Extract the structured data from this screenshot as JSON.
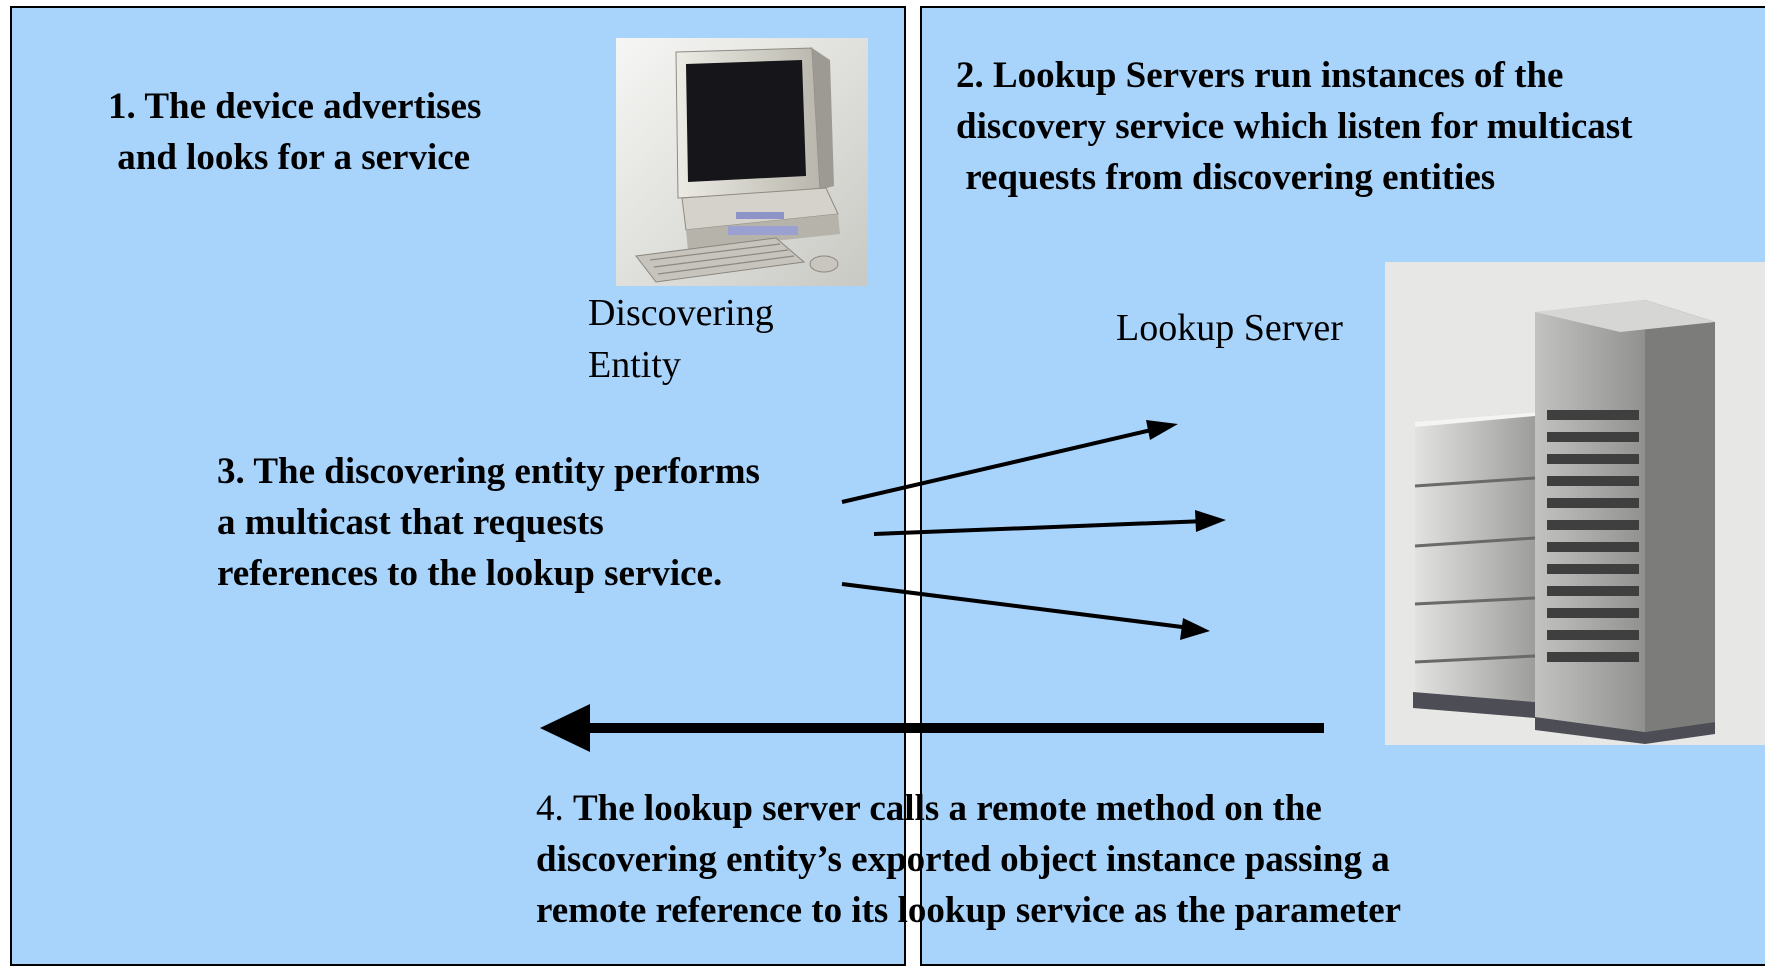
{
  "steps": {
    "step1": "1. The device advertises\n and looks for a service",
    "step2": "2. Lookup Servers run instances of the\ndiscovery service which listen for multicast\n requests from discovering entities",
    "step3": "3. The discovering entity performs\na multicast that requests\nreferences to the lookup service.",
    "step4_number": "4. ",
    "step4_text": "The lookup server calls a remote method on the\ndiscovering entity’s exported object instance passing a\nremote reference to its lookup service as the parameter"
  },
  "labels": {
    "discovering_entity": "Discovering\nEntity",
    "lookup_server": "Lookup Server"
  },
  "icons": {
    "computer": "desktop-computer-icon",
    "server": "server-tower-icon"
  },
  "colors": {
    "panel_background": "#a8d4fc",
    "arrow": "#000000"
  }
}
